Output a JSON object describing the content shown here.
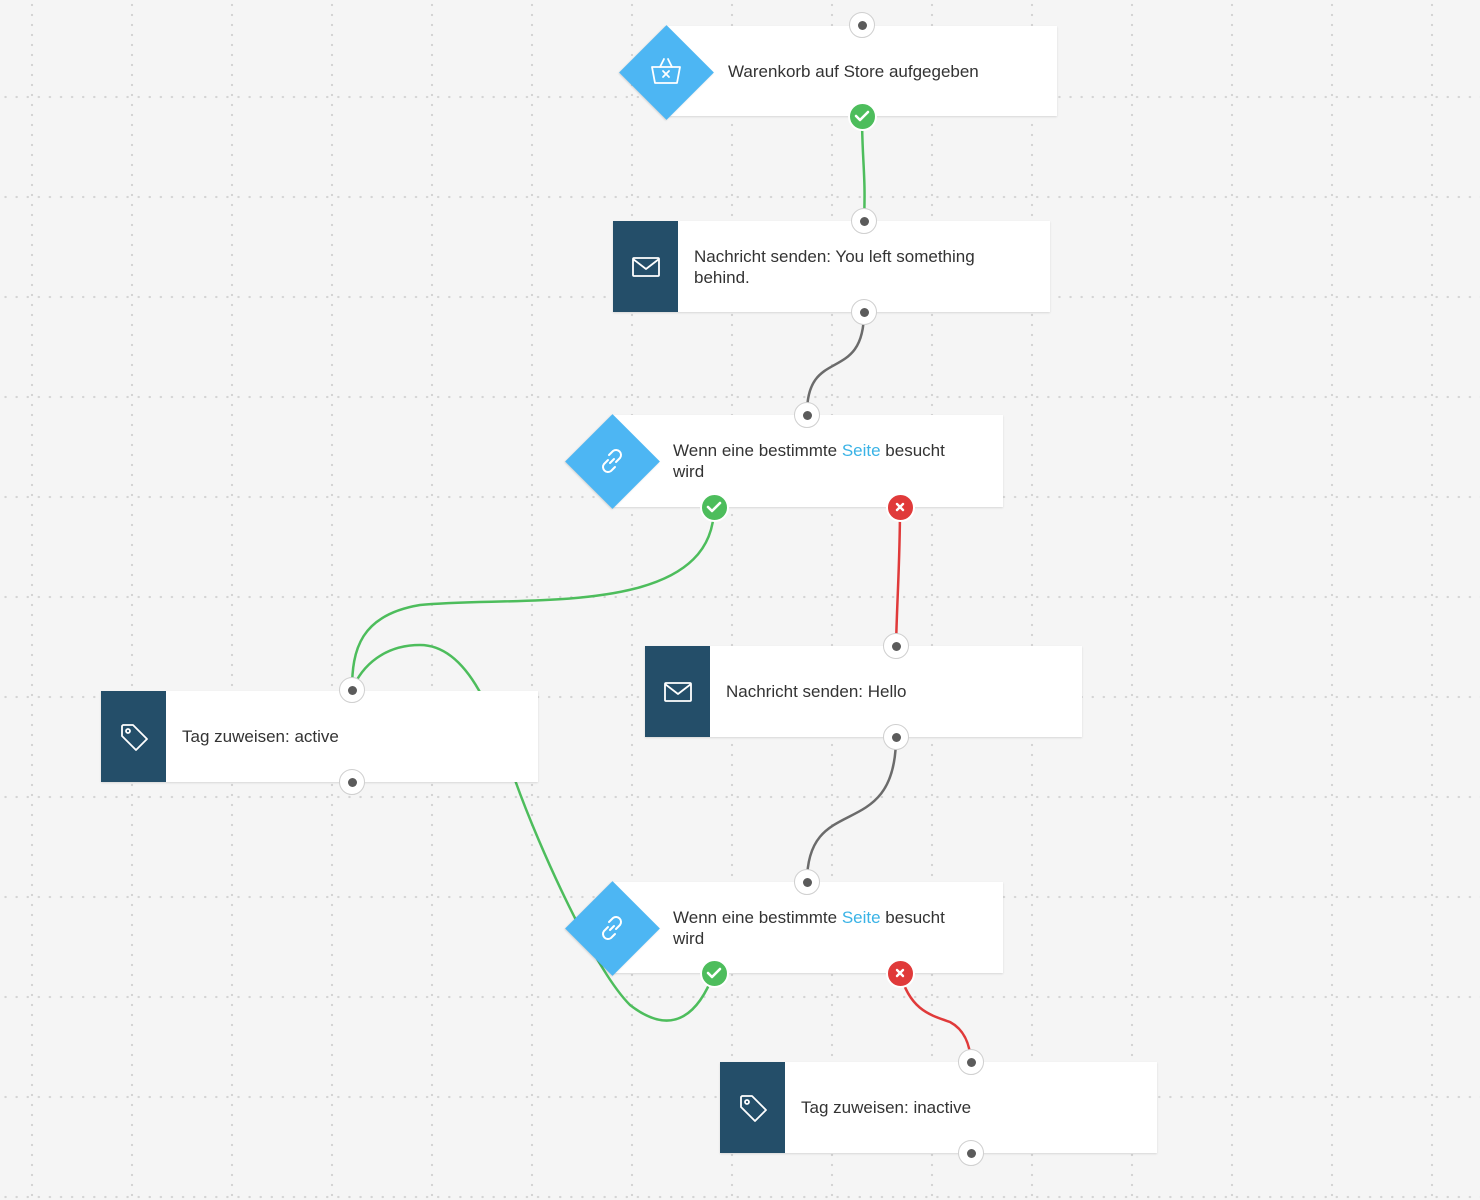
{
  "colors": {
    "canvas": "#f5f5f5",
    "block_dark": "#244e69",
    "condition_blue": "#4db6f3",
    "link_blue": "#3ab3e6",
    "wire_success": "#4dbd5c",
    "wire_fail": "#e03a3a",
    "wire_default": "#6b6b6b"
  },
  "nodes": {
    "cart_abandoned": {
      "label": "Warenkorb auf Store aufgegeben",
      "icon": "basket-icon"
    },
    "send_message_1": {
      "label_line1": "Nachricht senden: You left something",
      "label_line2": "behind.",
      "icon": "envelope-icon"
    },
    "page_visit_1": {
      "label_before": "Wenn eine bestimmte ",
      "label_link": "Seite",
      "label_after": " besucht",
      "label_line2": "wird",
      "icon": "link-icon"
    },
    "tag_active": {
      "label": "Tag zuweisen: active",
      "icon": "tag-icon"
    },
    "send_message_hello": {
      "label": "Nachricht senden: Hello",
      "icon": "envelope-icon"
    },
    "page_visit_2": {
      "label_before": "Wenn eine bestimmte ",
      "label_link": "Seite",
      "label_after": " besucht",
      "label_line2": "wird",
      "icon": "link-icon"
    },
    "tag_inactive": {
      "label": "Tag zuweisen: inactive",
      "icon": "tag-icon"
    }
  },
  "connections": [
    {
      "from": "cart_abandoned",
      "to": "send_message_1",
      "type": "success"
    },
    {
      "from": "send_message_1",
      "to": "page_visit_1",
      "type": "default"
    },
    {
      "from": "page_visit_1",
      "to": "tag_active",
      "type": "success"
    },
    {
      "from": "page_visit_1",
      "to": "send_message_hello",
      "type": "fail"
    },
    {
      "from": "send_message_hello",
      "to": "page_visit_2",
      "type": "default"
    },
    {
      "from": "page_visit_2",
      "to": "tag_active",
      "type": "success"
    },
    {
      "from": "page_visit_2",
      "to": "tag_inactive",
      "type": "fail"
    }
  ]
}
